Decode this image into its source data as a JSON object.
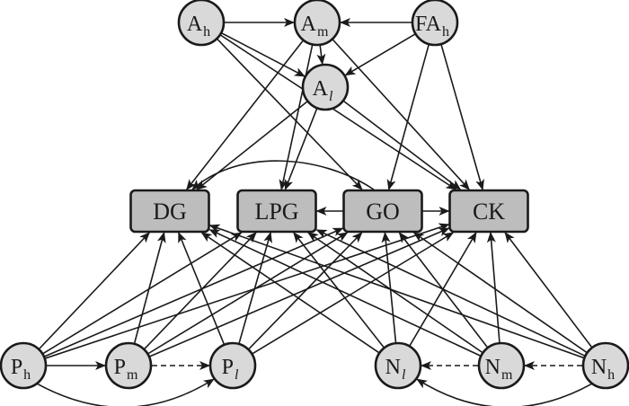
{
  "diagram": {
    "nodes": [
      {
        "id": "Ah",
        "base": "A",
        "sub": "h",
        "sub_italic": false,
        "shape": "circle",
        "row": "top"
      },
      {
        "id": "Am",
        "base": "A",
        "sub": "m",
        "sub_italic": false,
        "shape": "circle",
        "row": "top"
      },
      {
        "id": "FAh",
        "base": "FA",
        "sub": "h",
        "sub_italic": false,
        "shape": "circle",
        "row": "top"
      },
      {
        "id": "Al",
        "base": "A",
        "sub": "l",
        "sub_italic": true,
        "shape": "circle",
        "row": "top-mid"
      },
      {
        "id": "DG",
        "base": "DG",
        "sub": "",
        "shape": "box",
        "row": "middle"
      },
      {
        "id": "LPG",
        "base": "LPG",
        "sub": "",
        "shape": "box",
        "row": "middle"
      },
      {
        "id": "GO",
        "base": "GO",
        "sub": "",
        "shape": "box",
        "row": "middle"
      },
      {
        "id": "CK",
        "base": "CK",
        "sub": "",
        "shape": "box",
        "row": "middle"
      },
      {
        "id": "Ph",
        "base": "P",
        "sub": "h",
        "sub_italic": false,
        "shape": "circle",
        "row": "bottom"
      },
      {
        "id": "Pm",
        "base": "P",
        "sub": "m",
        "sub_italic": false,
        "shape": "circle",
        "row": "bottom"
      },
      {
        "id": "Pl",
        "base": "P",
        "sub": "l",
        "sub_italic": true,
        "shape": "circle",
        "row": "bottom"
      },
      {
        "id": "Nl",
        "base": "N",
        "sub": "l",
        "sub_italic": true,
        "shape": "circle",
        "row": "bottom"
      },
      {
        "id": "Nm",
        "base": "N",
        "sub": "m",
        "sub_italic": false,
        "shape": "circle",
        "row": "bottom"
      },
      {
        "id": "Nh",
        "base": "N",
        "sub": "h",
        "sub_italic": false,
        "shape": "circle",
        "row": "bottom"
      }
    ],
    "edges": [
      {
        "from": "Ah",
        "to": "Am",
        "style": "solid"
      },
      {
        "from": "Ah",
        "to": "Al",
        "style": "solid"
      },
      {
        "from": "Ah",
        "to": "GO",
        "style": "solid"
      },
      {
        "from": "Ah",
        "to": "CK",
        "style": "solid"
      },
      {
        "from": "FAh",
        "to": "Am",
        "style": "solid"
      },
      {
        "from": "FAh",
        "to": "Al",
        "style": "solid"
      },
      {
        "from": "FAh",
        "to": "GO",
        "style": "solid"
      },
      {
        "from": "FAh",
        "to": "CK",
        "style": "solid"
      },
      {
        "from": "Am",
        "to": "Al",
        "style": "solid"
      },
      {
        "from": "Am",
        "to": "DG",
        "style": "solid"
      },
      {
        "from": "Am",
        "to": "LPG",
        "style": "solid"
      },
      {
        "from": "Am",
        "to": "CK",
        "style": "solid"
      },
      {
        "from": "Al",
        "to": "DG",
        "style": "solid"
      },
      {
        "from": "Al",
        "to": "LPG",
        "style": "solid"
      },
      {
        "from": "Al",
        "to": "CK",
        "style": "solid"
      },
      {
        "from": "GO",
        "to": "DG",
        "style": "curved"
      },
      {
        "from": "GO",
        "to": "LPG",
        "style": "solid"
      },
      {
        "from": "GO",
        "to": "CK",
        "style": "solid"
      },
      {
        "from": "Ph",
        "to": "Pm",
        "style": "solid"
      },
      {
        "from": "Pm",
        "to": "Pl",
        "style": "dashed"
      },
      {
        "from": "Ph",
        "to": "Pl",
        "style": "curved"
      },
      {
        "from": "Nh",
        "to": "Nm",
        "style": "dashed"
      },
      {
        "from": "Nm",
        "to": "Nl",
        "style": "dashed"
      },
      {
        "from": "Nh",
        "to": "Nl",
        "style": "curved"
      },
      {
        "from": "Ph",
        "to": "DG",
        "style": "solid"
      },
      {
        "from": "Ph",
        "to": "LPG",
        "style": "solid"
      },
      {
        "from": "Ph",
        "to": "GO",
        "style": "solid"
      },
      {
        "from": "Ph",
        "to": "CK",
        "style": "solid"
      },
      {
        "from": "Pm",
        "to": "DG",
        "style": "solid"
      },
      {
        "from": "Pm",
        "to": "LPG",
        "style": "solid"
      },
      {
        "from": "Pm",
        "to": "GO",
        "style": "solid"
      },
      {
        "from": "Pm",
        "to": "CK",
        "style": "solid"
      },
      {
        "from": "Pl",
        "to": "DG",
        "style": "solid"
      },
      {
        "from": "Pl",
        "to": "LPG",
        "style": "solid"
      },
      {
        "from": "Pl",
        "to": "GO",
        "style": "solid"
      },
      {
        "from": "Pl",
        "to": "CK",
        "style": "solid"
      },
      {
        "from": "Nl",
        "to": "DG",
        "style": "solid"
      },
      {
        "from": "Nl",
        "to": "LPG",
        "style": "solid"
      },
      {
        "from": "Nl",
        "to": "GO",
        "style": "solid"
      },
      {
        "from": "Nl",
        "to": "CK",
        "style": "solid"
      },
      {
        "from": "Nm",
        "to": "DG",
        "style": "solid"
      },
      {
        "from": "Nm",
        "to": "LPG",
        "style": "solid"
      },
      {
        "from": "Nm",
        "to": "GO",
        "style": "solid"
      },
      {
        "from": "Nm",
        "to": "CK",
        "style": "solid"
      },
      {
        "from": "Nh",
        "to": "DG",
        "style": "solid"
      },
      {
        "from": "Nh",
        "to": "LPG",
        "style": "solid"
      },
      {
        "from": "Nh",
        "to": "GO",
        "style": "solid"
      },
      {
        "from": "Nh",
        "to": "CK",
        "style": "solid"
      }
    ]
  }
}
